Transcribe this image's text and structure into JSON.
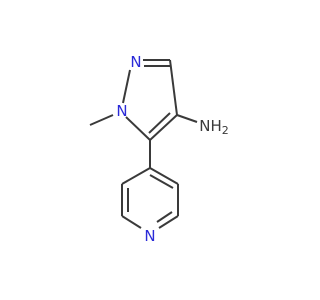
{
  "colors": {
    "bond": "#3a3a3a",
    "nitrogen": "#2a2ad8",
    "carbon": "#3a3a3a"
  },
  "atoms": {
    "n2": "N",
    "n1": "N",
    "methyl": "",
    "amine": "NH",
    "amine_subscript": "2",
    "pyridine_n": "N"
  }
}
